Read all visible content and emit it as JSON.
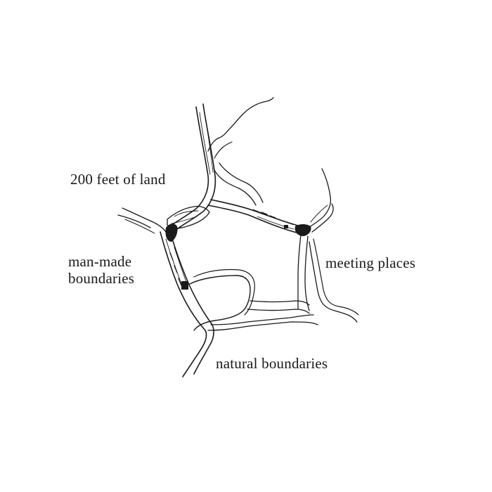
{
  "diagram": {
    "labels": {
      "land": "200 feet of land",
      "man_made_line1": "man-made",
      "man_made_line2": "boundaries",
      "meeting": "meeting places",
      "natural": "natural boundaries"
    },
    "colors": {
      "ink": "#1a1a1a",
      "background": "#ffffff"
    }
  }
}
